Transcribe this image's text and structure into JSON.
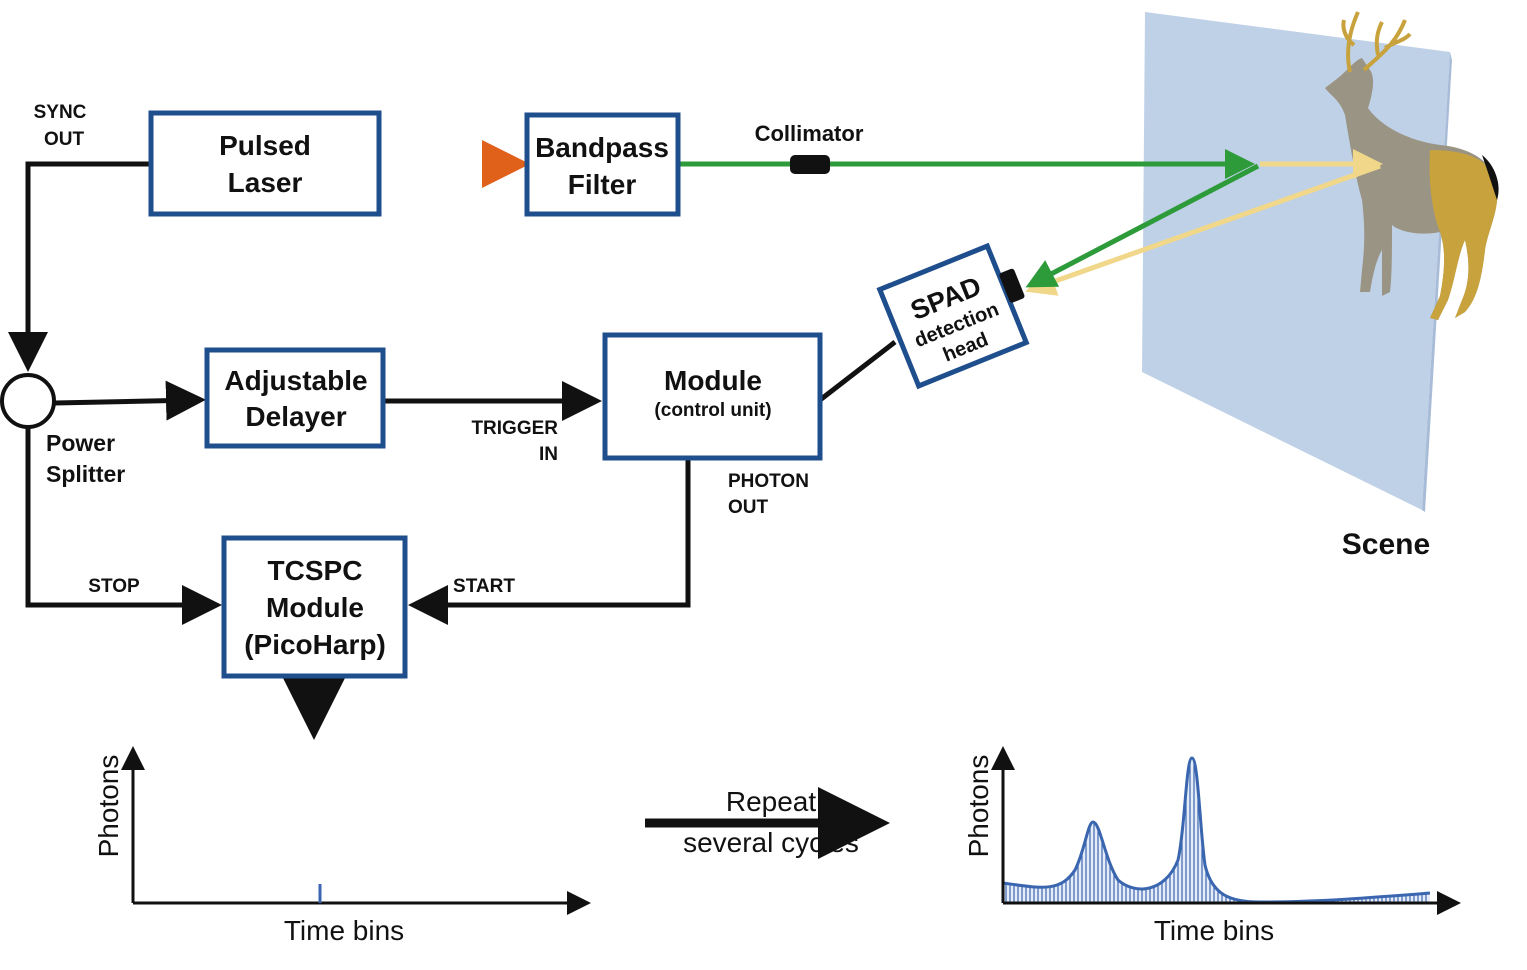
{
  "colors": {
    "box_stroke": "#1f4e8c",
    "beam_green": "#2e9b3b",
    "beam_return": "#f0d78a",
    "scene_plane": "#b8cce4",
    "histogram": "#3a66b0"
  },
  "labels": {
    "sync_out": [
      "SYNC",
      "OUT"
    ],
    "pulsed_laser": [
      "Pulsed",
      "Laser"
    ],
    "bandpass_filter": [
      "Bandpass",
      "Filter"
    ],
    "collimator": "Collimator",
    "spad": [
      "SPAD",
      "detection",
      "head"
    ],
    "adjustable_delayer": [
      "Adjustable",
      "Delayer"
    ],
    "trigger_in": [
      "TRIGGER",
      "IN"
    ],
    "module": "Module",
    "module_sub": "(control unit)",
    "photon_out": [
      "PHOTON",
      "OUT"
    ],
    "power_splitter": [
      "Power",
      "Splitter"
    ],
    "stop": "STOP",
    "start": "START",
    "tcspc": [
      "TCSPC",
      "Module",
      "(PicoHarp)"
    ],
    "scene": "Scene",
    "repeat": [
      "Repeat",
      "several cycles"
    ]
  },
  "chart_data": [
    {
      "type": "bar",
      "xlabel": "Time bins",
      "ylabel": "Photons",
      "description_values": {
        "single_detection_bin_fraction": 0.43
      }
    },
    {
      "type": "area",
      "xlabel": "Time bins",
      "ylabel": "Photons",
      "peaks": [
        "first peak",
        "second peak"
      ]
    }
  ]
}
